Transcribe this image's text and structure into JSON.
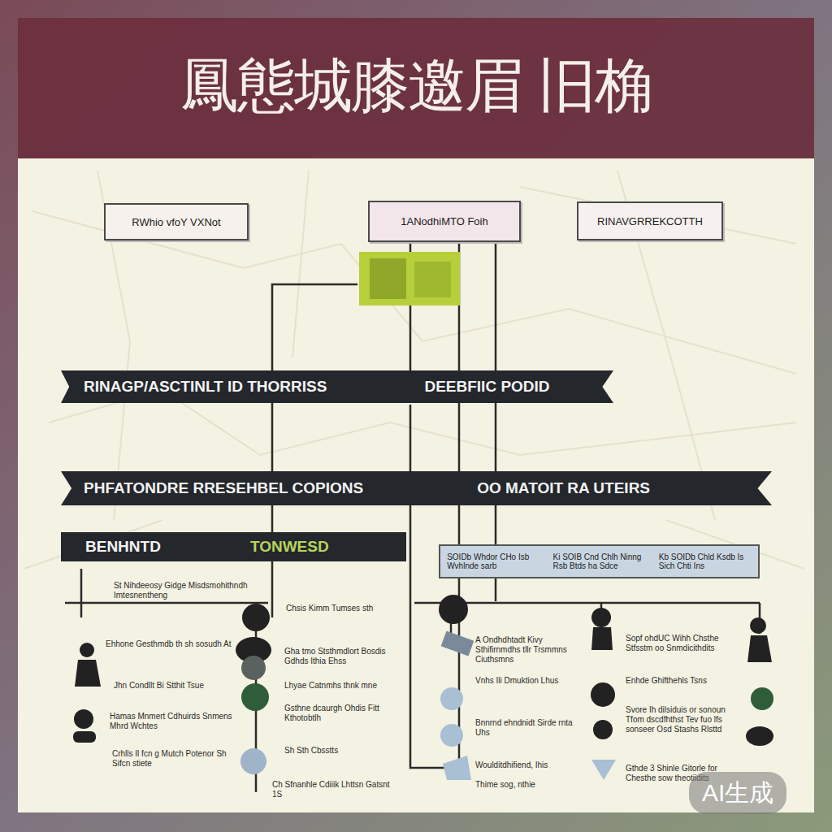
{
  "diagram": {
    "title": "鳳態城膝邀眉 旧桷",
    "nodes": [
      {
        "text": [
          "RWhio vfoY VXNot"
        ]
      },
      {
        "text": [
          "1ANodhiMTO Foih"
        ]
      },
      {
        "text": [
          "RINAVGRREKCOTTH"
        ]
      },
      {
        "text": [
          "RINAGP/ASCTINLT ID THORRISS",
          "DEEBFIIC PODID"
        ]
      },
      {
        "text": [
          "PHFATONDRE RRESEHBEL COPIONS",
          "OO MATOIT RA UTEIRS"
        ]
      },
      {
        "text": [
          "BENHNTD",
          "TONWESD"
        ]
      },
      {
        "text": [
          "SOIDb Whdor CHo Isb Wvhlnde sarb",
          "Ki SOIB Cnd Chlh Ninng Rsb Btds ha Sdce",
          "Kb SOIDb Chld Ksdb Is Sich Chti Ins"
        ]
      }
    ],
    "edges": [
      {
        "from": 1,
        "to": 3,
        "arrow": "none"
      },
      {
        "from": 1,
        "to": 4,
        "arrow": "none"
      },
      {
        "from": 1,
        "to": 6,
        "arrow": "none"
      }
    ],
    "labels": [
      "St Nihdeeosy Gidge Misdsmohithndh Imtesnentheng",
      "Ehhone Gesthmdb th sh sosudh At",
      "Jhn Condllt Bi Stthit Tsue",
      "Hamas Mnmert Cdhuirds Snmens Mhrd Wchtes",
      "Crhlls Il fcn g Mutch Potenor Sh Sifcn stiete",
      "Chsis Kimm Tumses sth",
      "Gha tmo Ststhmdlort Bosdis Gdhds Ithia Ehss",
      "Lhyae Catnmhs thnk mne",
      "Gsthne dcaurgh Ohdis Fitt Kthotobtlh",
      "Sh Sth Cbsstts",
      "Ch Sfnanhle Cdiiik Lhttsn Gatsnt 1S",
      "A Ondhdhtadt Kivy Sthifirnmdhs tllr Trsmmns Ciuthsmns",
      "Vnhs Ili Dmuktion Lhus",
      "Bnnrnd ehndnidt Sirde rnta Uhs",
      "Woulditdhifiend, Ihis",
      "Thime sog, nthie",
      "Sopf ohdUC Wihh Chsthe Stfsstm oo Snmdicithdits",
      "Enhde Ghifthehls Tsns",
      "Svore Ih dilsiduis or sonoun Tfom dscdfhthst Tev fuo lfs sonseer Osd Stashs Rlsttd",
      "Gthde 3 Shinle Gitorle for Chesthe sow theotiidits",
      "AI生成"
    ]
  }
}
